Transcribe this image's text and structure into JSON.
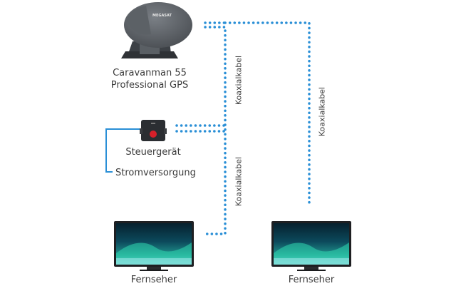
{
  "antenna": {
    "brand": "MEGASAT",
    "name_line1": "Caravanman 55",
    "name_line2": "Professional GPS"
  },
  "controller": {
    "label": "Steuergerät",
    "power_label": "Stromversorgung"
  },
  "cable_label": "Koaxialkabel",
  "tv_left": {
    "label": "Fernseher"
  },
  "tv_right": {
    "label": "Fernseher"
  },
  "colors": {
    "cable": "#2a8fd6",
    "power_line": "#2a8fd6",
    "device_body": "#555a5f",
    "tv_frame": "#1e1f22",
    "screen_top": "#0c3a4d",
    "screen_aurora": "#2fd9b0",
    "controller_button": "#d8202a"
  }
}
